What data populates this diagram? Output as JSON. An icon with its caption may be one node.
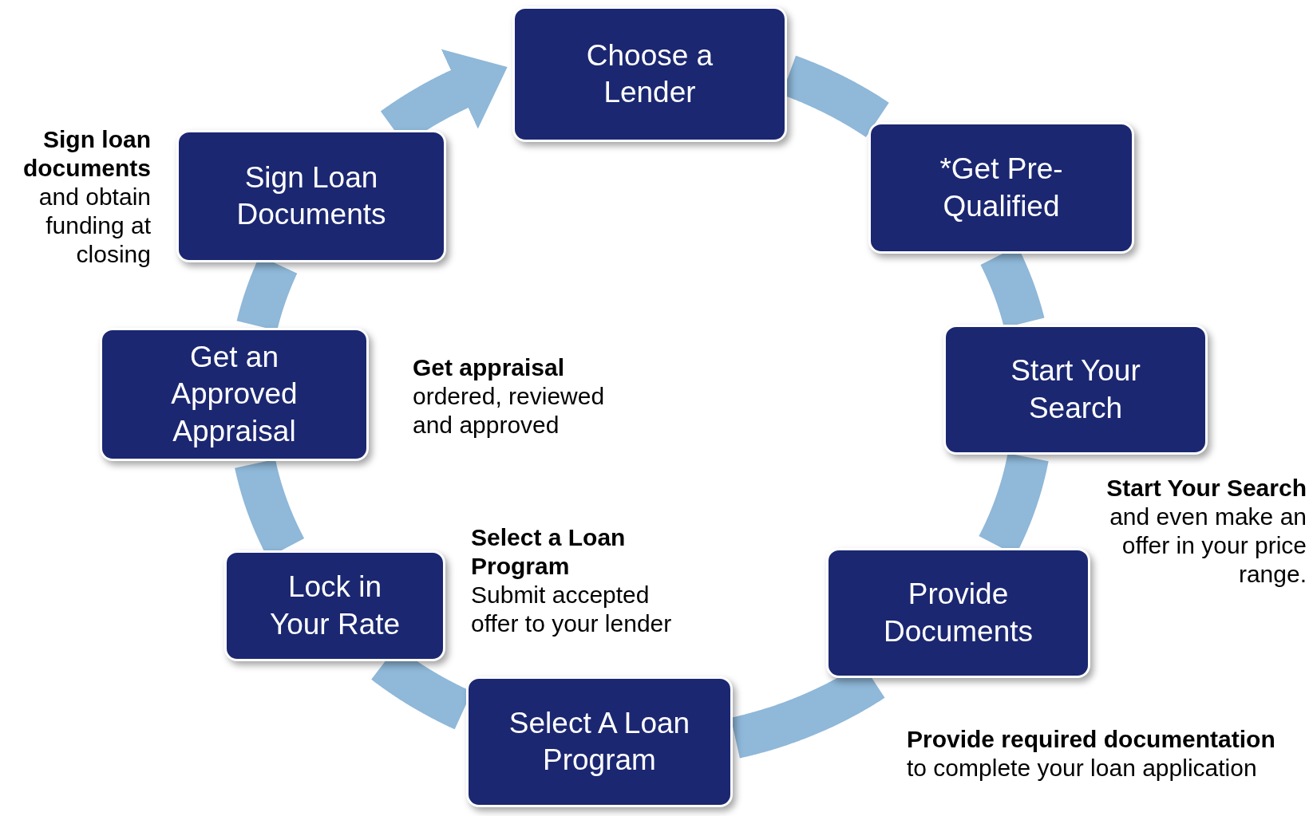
{
  "diagram": {
    "nodes": [
      {
        "text": [
          "Choose a Lender"
        ]
      },
      {
        "text": [
          "*Get Pre-Qualified"
        ]
      },
      {
        "text": [
          "Start Your Search"
        ]
      },
      {
        "text": [
          "Provide Documents"
        ]
      },
      {
        "text": [
          "Select A Loan Program"
        ]
      },
      {
        "text": [
          "Lock in Your Rate"
        ]
      },
      {
        "text": [
          "Get an Approved Appraisal"
        ]
      },
      {
        "text": [
          "Sign Loan Documents"
        ]
      }
    ],
    "edges": [
      {
        "from": 0,
        "to": 1,
        "arrow": "none"
      },
      {
        "from": 1,
        "to": 2,
        "arrow": "none"
      },
      {
        "from": 2,
        "to": 3,
        "arrow": "none"
      },
      {
        "from": 3,
        "to": 4,
        "arrow": "none"
      },
      {
        "from": 4,
        "to": 5,
        "arrow": "none"
      },
      {
        "from": 5,
        "to": 6,
        "arrow": "none"
      },
      {
        "from": 6,
        "to": 7,
        "arrow": "none"
      },
      {
        "from": 7,
        "to": 0,
        "arrow": "to"
      }
    ],
    "labels": [
      "**Sign loan documents** and obtain funding at closing",
      "**Get appraisal** ordered, reviewed and approved",
      "**Select a Loan Program** Submit accepted offer to your lender",
      "**Start Your Search** and even make an offer in your price range.",
      "**Provide required documentation** to complete your loan application"
    ]
  }
}
